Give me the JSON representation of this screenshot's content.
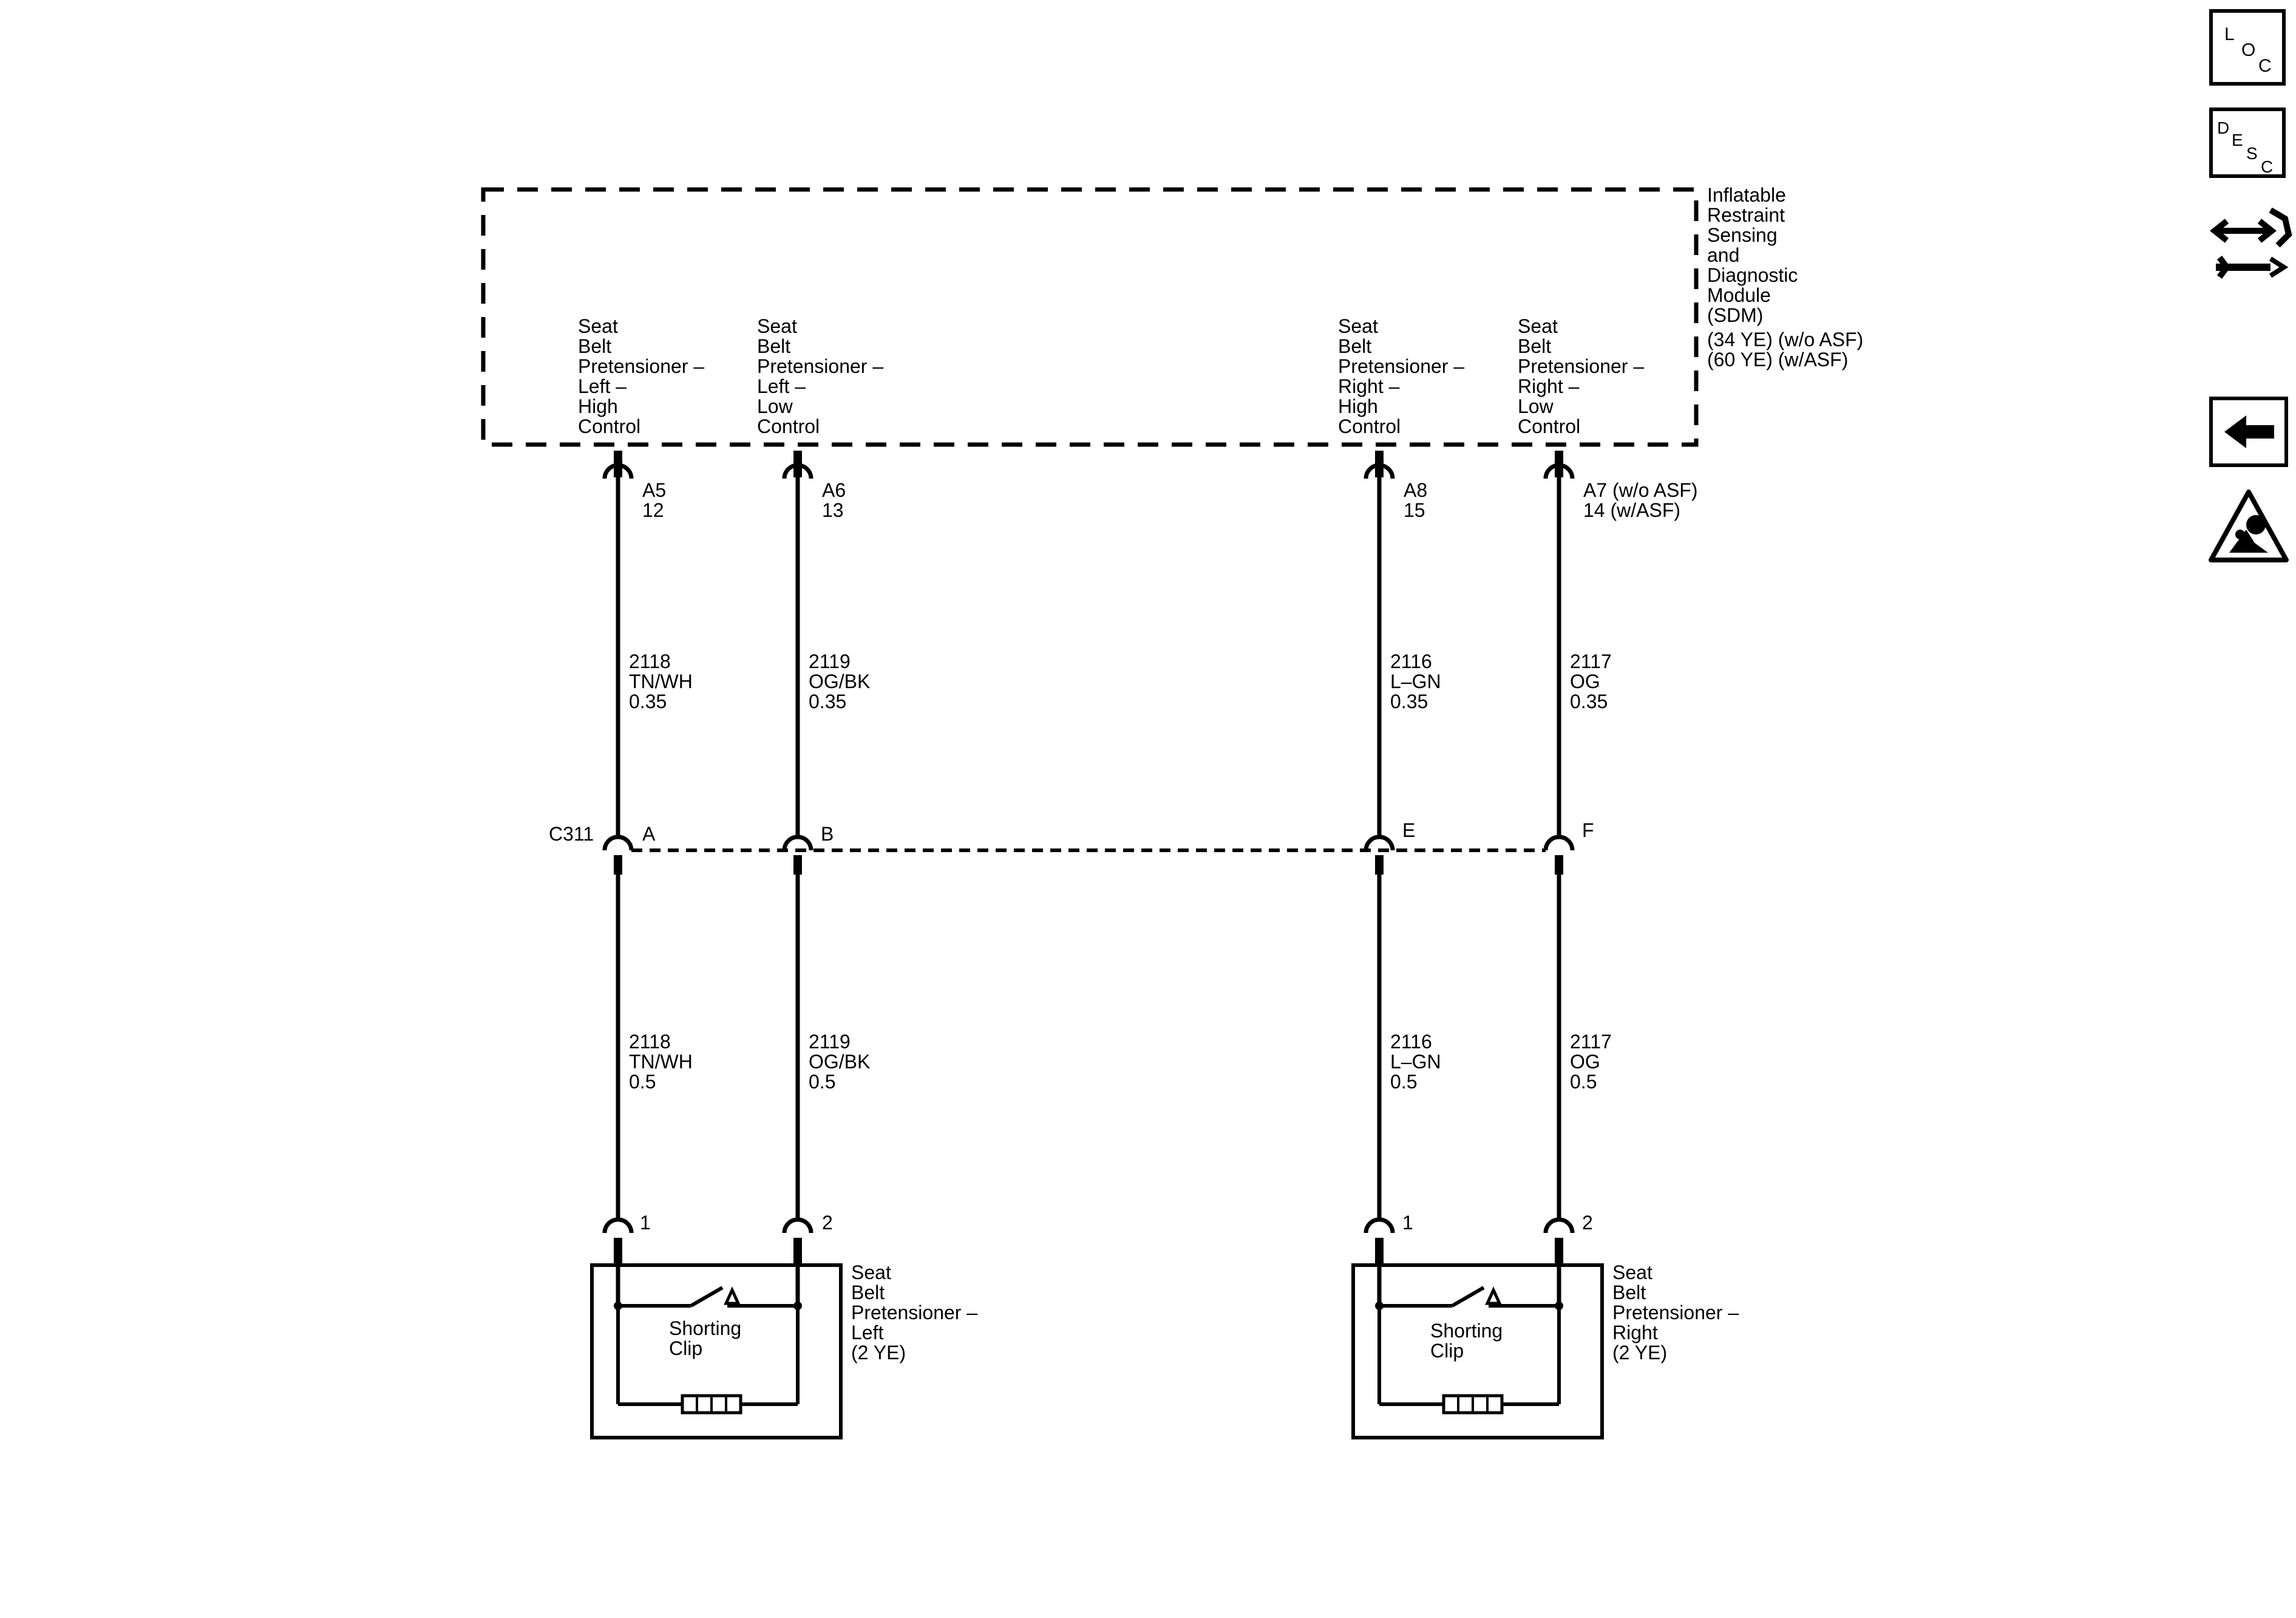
{
  "module": {
    "title_lines": [
      "Inflatable",
      "Restraint",
      "Sensing",
      "and",
      "Diagnostic",
      "Module",
      "(SDM)",
      "(34 YE) (w/o ASF)",
      "(60 YE) (w/ASF)"
    ]
  },
  "circuits": [
    {
      "function_lines": [
        "Seat",
        "Belt",
        "Pretensioner –",
        "Left –",
        "High",
        "Control"
      ],
      "sdm_pin": [
        "A5",
        "12"
      ],
      "upper_wire": [
        "2118",
        "TN/WH",
        "0.35"
      ],
      "c311_cavity": "A",
      "lower_wire": [
        "2118",
        "TN/WH",
        "0.5"
      ],
      "device_pin": "1"
    },
    {
      "function_lines": [
        "Seat",
        "Belt",
        "Pretensioner –",
        "Left –",
        "Low",
        "Control"
      ],
      "sdm_pin": [
        "A6",
        "13"
      ],
      "upper_wire": [
        "2119",
        "OG/BK",
        "0.35"
      ],
      "c311_cavity": "B",
      "lower_wire": [
        "2119",
        "OG/BK",
        "0.5"
      ],
      "device_pin": "2"
    },
    {
      "function_lines": [
        "Seat",
        "Belt",
        "Pretensioner –",
        "Right –",
        "High",
        "Control"
      ],
      "sdm_pin": [
        "A8",
        "15"
      ],
      "upper_wire": [
        "2116",
        "L–GN",
        "0.35"
      ],
      "c311_cavity": "E",
      "lower_wire": [
        "2116",
        "L–GN",
        "0.5"
      ],
      "device_pin": "1"
    },
    {
      "function_lines": [
        "Seat",
        "Belt",
        "Pretensioner –",
        "Right –",
        "Low",
        "Control"
      ],
      "sdm_pin": [
        "A7 (w/o ASF)",
        "14 (w/ASF)"
      ],
      "upper_wire": [
        "2117",
        "OG",
        "0.35"
      ],
      "c311_cavity": "F",
      "lower_wire": [
        "2117",
        "OG",
        "0.5"
      ],
      "device_pin": "2"
    }
  ],
  "inline_connector": {
    "name": "C311"
  },
  "devices": [
    {
      "label_lines": [
        "Seat",
        "Belt",
        "Pretensioner –",
        "Left",
        "(2 YE)"
      ],
      "clip_lines": [
        "Shorting",
        "Clip"
      ]
    },
    {
      "label_lines": [
        "Seat",
        "Belt",
        "Pretensioner –",
        "Right",
        "(2 YE)"
      ],
      "clip_lines": [
        "Shorting",
        "Clip"
      ]
    }
  ],
  "sidebar": {
    "loc": [
      "L",
      "O",
      "C"
    ],
    "desc": [
      "D",
      "E",
      "S",
      "C"
    ],
    "icons": [
      "connector-end-view-icon",
      "back-arrow-icon",
      "airbag-warning-icon"
    ]
  }
}
